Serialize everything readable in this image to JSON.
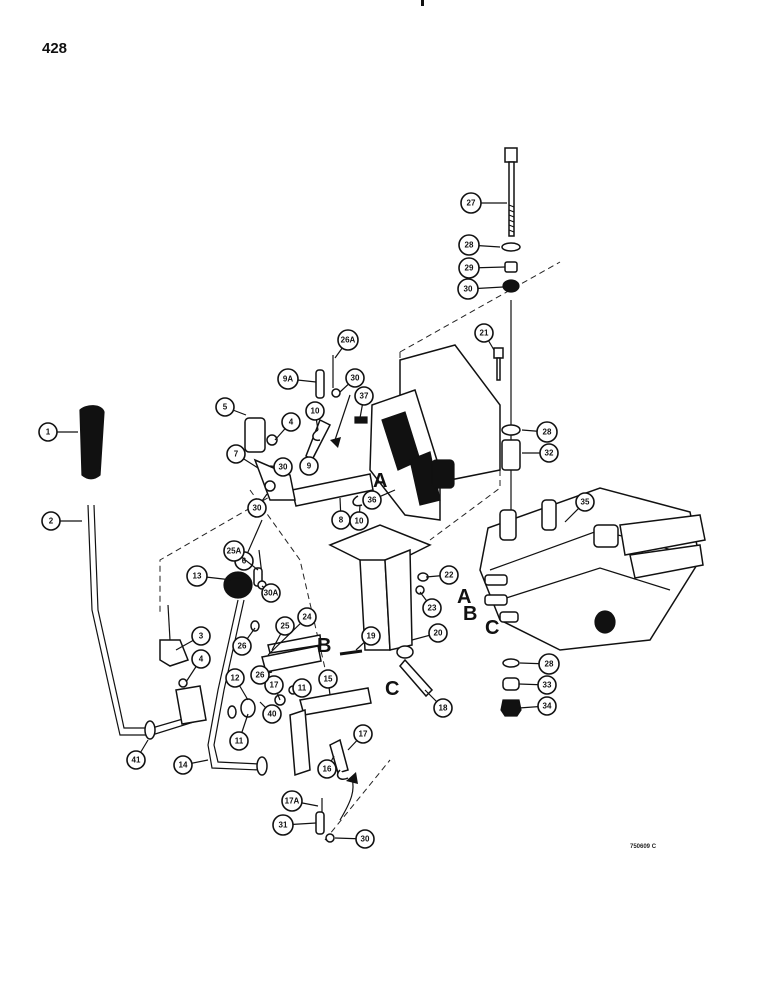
{
  "page_number": "428",
  "figure_code": "750609 C",
  "section_letters": [
    "A",
    "B",
    "C"
  ],
  "callouts": [
    "1",
    "2",
    "3",
    "4",
    "5",
    "4",
    "6",
    "7",
    "8",
    "9",
    "9A",
    "10",
    "10",
    "11",
    "11",
    "12",
    "13",
    "14",
    "15",
    "16",
    "17",
    "17",
    "17A",
    "18",
    "19",
    "20",
    "21",
    "22",
    "23",
    "24",
    "25",
    "25A",
    "26",
    "26",
    "26A",
    "27",
    "28",
    "28",
    "28",
    "29",
    "30",
    "30",
    "30",
    "30",
    "30",
    "30A",
    "31",
    "32",
    "33",
    "34",
    "35",
    "36",
    "37",
    "40",
    "41"
  ]
}
